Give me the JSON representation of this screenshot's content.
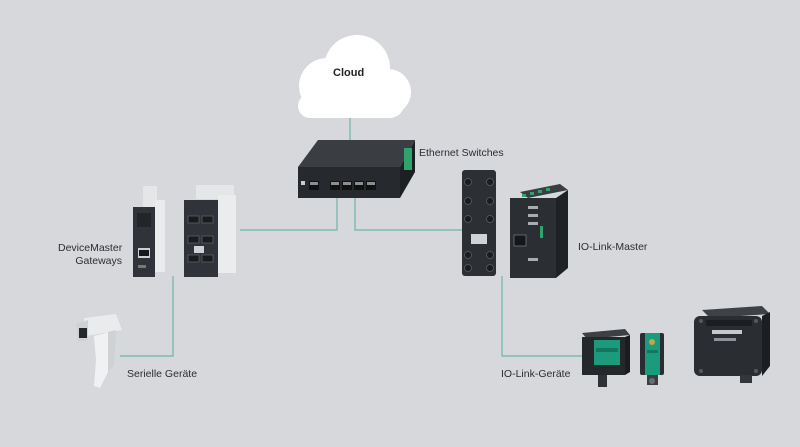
{
  "cloud": {
    "label": "Cloud"
  },
  "switch": {
    "label": "Ethernet Switches"
  },
  "gateways": {
    "label_line1": "DeviceMaster",
    "label_line2": "Gateways"
  },
  "iolink_master": {
    "label": "IO-Link-Master"
  },
  "serial_devices": {
    "label": "Serielle Geräte"
  },
  "iolink_devices": {
    "label": "IO-Link-Geräte"
  },
  "colors": {
    "background": "#d6d8dc",
    "connection_line": "#6fb5a7",
    "device_dark": "#2c2f33",
    "device_light": "#eceef0",
    "brand_green": "#1c9a7c"
  }
}
